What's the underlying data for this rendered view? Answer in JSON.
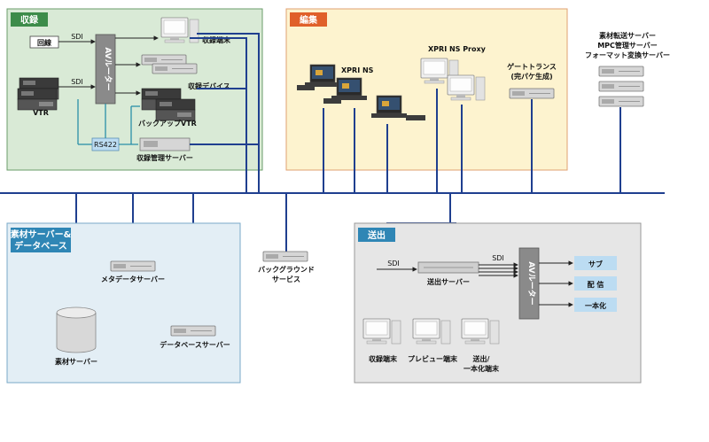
{
  "sections": {
    "recording": "収録",
    "editing": "編集",
    "material": [
      "素材サーバー&",
      "データベース"
    ],
    "playout": "送出"
  },
  "recording": {
    "kaisen": "回線",
    "sdi1": "SDI",
    "sdi2": "SDI",
    "vtr": "VTR",
    "router": "AVルーター",
    "rs422": "RS422",
    "terminal": "収録端末",
    "device": "収録デバイス",
    "backup_vtr": "バックアップVTR",
    "mgmt_server": "収録管理サーバー"
  },
  "editing": {
    "xpri_ns": "XPRI NS",
    "xpri_proxy": "XPRI NS Proxy",
    "gate_trans": [
      "ゲートトランス",
      "(完パケ生成)"
    ]
  },
  "right_servers": [
    "素材転送サーバー",
    "MPC管理サーバー",
    "フォーマット変換サーバー"
  ],
  "material": {
    "metadata_server": "メタデータサーバー",
    "db_server": "データベースサーバー",
    "storage_server": "素材サーバー"
  },
  "background": [
    "バックグラウンド",
    "サービス"
  ],
  "playout": {
    "sdi_in": "SDI",
    "sdi_out": "SDI",
    "server": "送出サーバー",
    "router": "AVルーター",
    "outputs": [
      "サブ",
      "配 信",
      "一本化"
    ],
    "terminals": [
      [
        "収録端末"
      ],
      [
        "プレビュー端末"
      ],
      [
        "送出/",
        "一本化端末"
      ]
    ]
  },
  "colors": {
    "recording_bg": "#d9ead6",
    "recording_header": "#3d8c4a",
    "editing_bg": "#fdf3cf",
    "editing_header": "#e0602a",
    "material_bg": "#e3eef5",
    "material_header": "#2f86b5",
    "playout_bg": "#e6e6e6",
    "playout_header": "#2f86b5",
    "network": "#1f3f8f",
    "router": "#8a8a8a",
    "output_box": "#bcdcf2"
  }
}
